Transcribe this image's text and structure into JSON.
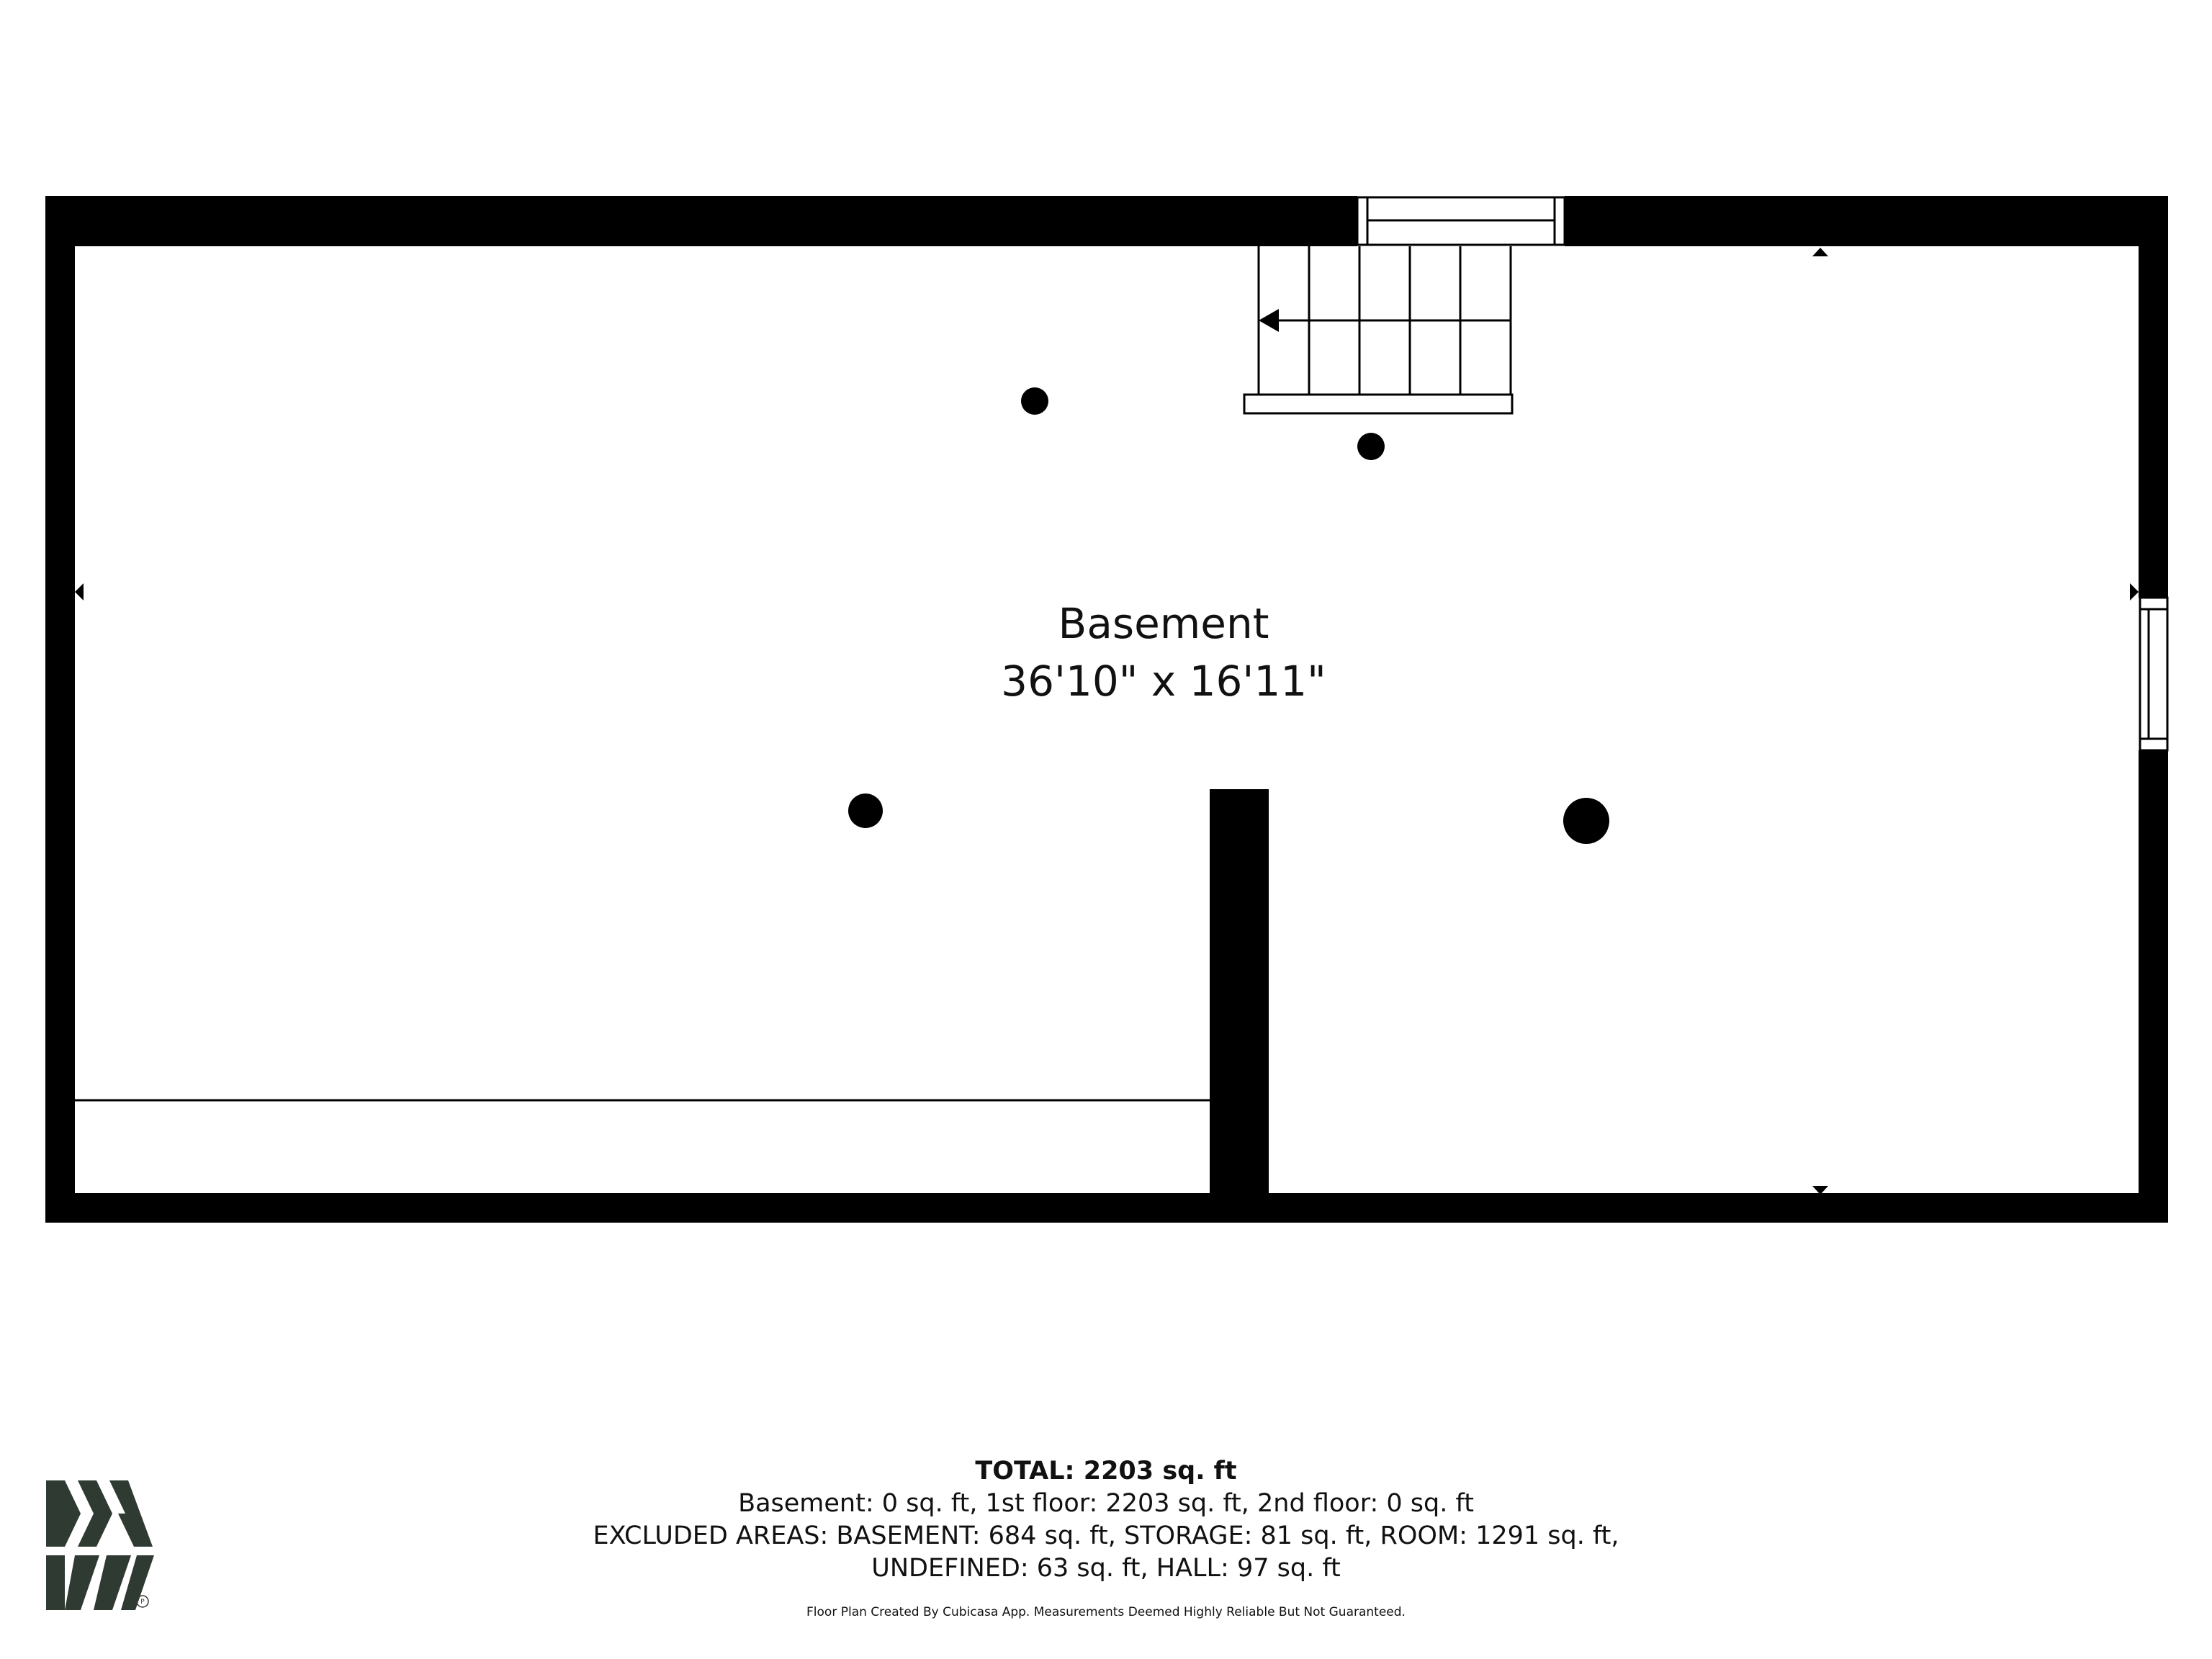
{
  "room": {
    "name": "Basement",
    "dimensions": "36'10\" x 16'11\""
  },
  "summary": {
    "total": "TOTAL: 2203 sq. ft",
    "floors": "Basement: 0 sq. ft, 1st floor: 2203 sq. ft, 2nd floor: 0 sq. ft",
    "excluded_line1": "EXCLUDED AREAS: BASEMENT: 684 sq. ft, STORAGE: 81 sq. ft, ROOM: 1291 sq. ft,",
    "excluded_line2": "UNDEFINED: 63 sq. ft, HALL: 97 sq. ft"
  },
  "disclaimer": "Floor Plan Created By Cubicasa App. Measurements Deemed Highly Reliable But Not Guaranteed.",
  "icons": {
    "logo": "cubicasa-logo-icon",
    "stairs_arrow": "left-arrow-icon"
  },
  "colors": {
    "wall": "#000000",
    "logo": "#2f3a33",
    "background": "#ffffff"
  }
}
